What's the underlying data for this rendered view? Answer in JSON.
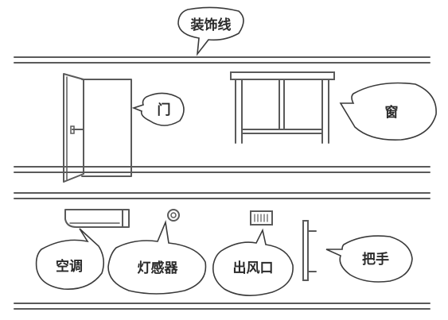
{
  "labels": {
    "molding": "装饰线",
    "door": "门",
    "window": "窗",
    "ac": "空调",
    "light_sensor": "灯感器",
    "vent": "出风口",
    "handle": "把手"
  }
}
